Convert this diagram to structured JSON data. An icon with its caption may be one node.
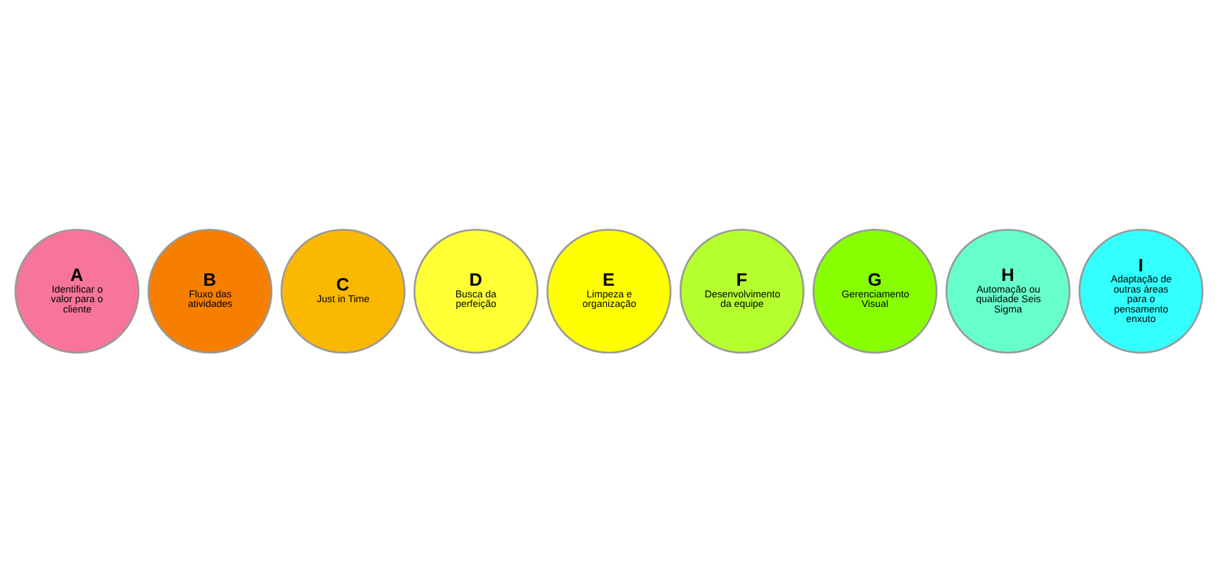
{
  "diagram": {
    "nodes": [
      {
        "text": [
          "A",
          "Identificar o valor para o cliente"
        ]
      },
      {
        "text": [
          "B",
          "Fluxo das atividades"
        ]
      },
      {
        "text": [
          "C",
          "Just in Time"
        ]
      },
      {
        "text": [
          "D",
          "Busca da perfeição"
        ]
      },
      {
        "text": [
          "E",
          "Limpeza e organização"
        ]
      },
      {
        "text": [
          "F",
          "Desenvolvimento da equipe"
        ]
      },
      {
        "text": [
          "G",
          "Gerenciamento Visual"
        ]
      },
      {
        "text": [
          "H",
          "Automação ou qualidade Seis Sigma"
        ]
      },
      {
        "text": [
          "I",
          "Adaptação de outras áreas para o pensamento enxuto"
        ]
      }
    ]
  }
}
